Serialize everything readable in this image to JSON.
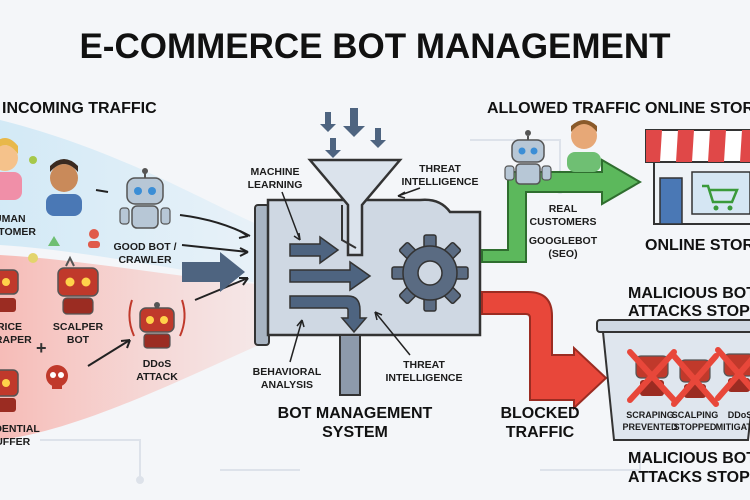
{
  "title": "E-COMMERCE BOT MANAGEMENT",
  "sections": {
    "incoming": "INCOMING TRAFFIC",
    "allowed": "ALLOWED TRAFFIC",
    "online_store_top": "ONLINE STORE",
    "online_store_bottom": "ONLINE STORE",
    "blocked_1": "BLOCKED",
    "blocked_2": "TRAFFIC",
    "malicious_top_1": "MALICIOUS BOTS",
    "malicious_top_2": "ATTACKS STOPPED",
    "malicious_bottom_1": "MALICIOUS BOTS",
    "malicious_bottom_2": "ATTACKS STOPPED"
  },
  "incoming_labels": {
    "human_1": "HUMAN",
    "human_2": "CUSTOMER",
    "good_bot_1": "GOOD BOT /",
    "good_bot_2": "CRAWLER",
    "price_1": "PRICE",
    "price_2": "SCRAPER",
    "scalper_1": "SCALPER",
    "scalper_2": "BOT",
    "credential_1": "CREDENTIAL",
    "credential_2": "STUFFER",
    "ddos_1": "DDoS",
    "ddos_2": "ATTACK"
  },
  "system": {
    "ml_1": "MACHINE",
    "ml_2": "LEARNING",
    "ti_top_1": "THREAT",
    "ti_top_2": "INTELLIGENCE",
    "ba_1": "BEHAVIORAL",
    "ba_2": "ANALYSIS",
    "ti_bot_1": "THREAT",
    "ti_bot_2": "INTELLIGENCE",
    "name_1": "BOT MANAGEMENT",
    "name_2": "SYSTEM"
  },
  "allowed_labels": {
    "line_1": "REAL",
    "line_2": "CUSTOMERS",
    "line_3": "GOOGLEBOT",
    "line_4": "(SEO)"
  },
  "stopped_labels": {
    "a_1": "SCRAPING",
    "a_2": "PREVENTED",
    "b_1": "SCALPING",
    "b_2": "STOPPED",
    "c_1": "DDoS",
    "c_2": "MITIGATED"
  },
  "colors": {
    "allowed_arrow": "#5cb85c",
    "blocked_arrow": "#e8473a",
    "machine": "#cfd8e3",
    "bad_bot": "#c0392b",
    "good_bot": "#b7c7d6",
    "store_awning": "#e04848"
  }
}
